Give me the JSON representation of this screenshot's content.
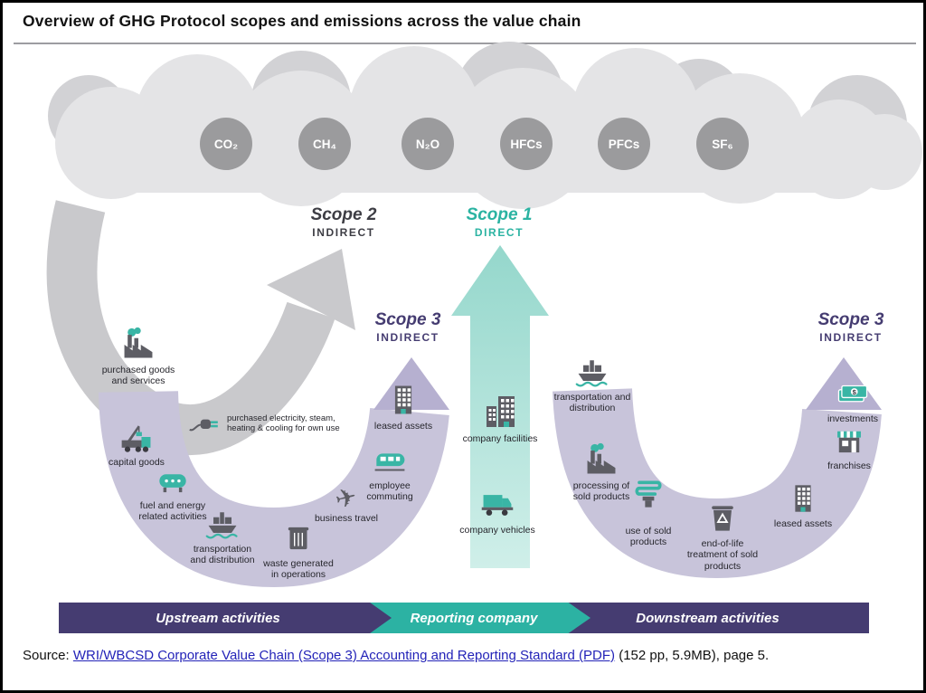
{
  "header": {
    "title": "Overview of GHG Protocol scopes and emissions across the value chain"
  },
  "gases": [
    "CO₂",
    "CH₄",
    "N₂O",
    "HFCs",
    "PFCs",
    "SF₆"
  ],
  "scopes": {
    "scope2": {
      "name": "Scope 2",
      "type": "INDIRECT"
    },
    "scope1": {
      "name": "Scope 1",
      "type": "DIRECT"
    },
    "scope3_up": {
      "name": "Scope 3",
      "type": "INDIRECT"
    },
    "scope3_down": {
      "name": "Scope 3",
      "type": "INDIRECT"
    }
  },
  "activities": {
    "upstream": {
      "purchased_goods": "purchased goods and services",
      "purchased_electricity": "purchased electricity, steam, heating & cooling for own use",
      "capital_goods": "capital goods",
      "fuel_energy": "fuel and energy related activities",
      "transportation": "transportation and distribution",
      "waste": "waste generated in operations",
      "leased_assets": "leased assets",
      "employee_commuting": "employee commuting",
      "business_travel": "business travel"
    },
    "company": {
      "facilities": "company facilities",
      "vehicles": "company vehicles"
    },
    "downstream": {
      "transportation": "transportation and distribution",
      "processing": "processing of sold products",
      "use_of_sold": "use of sold products",
      "end_of_life": "end-of-life treatment of sold products",
      "leased_assets": "leased assets",
      "franchises": "franchises",
      "investments": "investments"
    }
  },
  "banner": {
    "upstream": "Upstream activities",
    "reporting": "Reporting company",
    "downstream": "Downstream activities"
  },
  "source": {
    "prefix": "Source: ",
    "link": "WRI/WBCSD Corporate Value Chain (Scope 3) Accounting and Reporting Standard (PDF)",
    "suffix": "  (152 pp, 5.9MB), page 5."
  },
  "icons": {
    "plane": "✈"
  },
  "colors": {
    "teal": "#2cb2a3",
    "purple": "#453c71",
    "lavender_band": "#c8c4da",
    "scope3_arrow": "#b6b0d0",
    "gray_arrow": "#c9c9cc",
    "gas_circle": "#9b9b9d",
    "cloud_light": "#e4e4e6",
    "cloud_dark": "#d2d2d5"
  }
}
